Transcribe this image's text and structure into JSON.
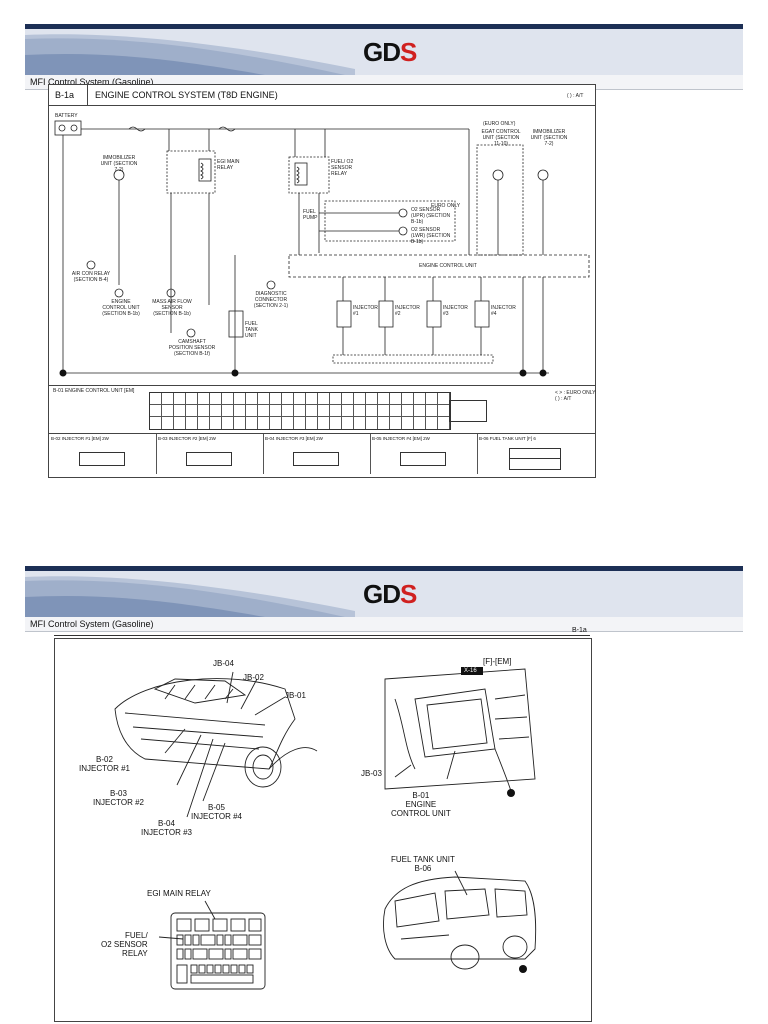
{
  "brand": {
    "logo_left": "GD",
    "logo_right": "S"
  },
  "section_title": "MFI Control System (Gasoline)",
  "page1": {
    "code": "B-1a",
    "title": "ENGINE CONTROL SYSTEM (T8D ENGINE)",
    "legend_top": "( ) : A/T",
    "labels": {
      "battery": "BATTERY",
      "egi_main_relay": "EGI MAIN RELAY",
      "fuel_o2_relay": "FUEL/ O2 SENSOR RELAY",
      "immobilizer_left": "IMMOBILIZER UNIT (SECTION 7-2)",
      "immobilizer_right": "IMMOBILIZER UNIT (SECTION 7-2)",
      "egat": "EGAT CONTROL UNIT (SECTION 11-10)",
      "euro_only_1": "EURO ONLY",
      "euro_only_2": "(EURO ONLY)",
      "o2_upr": "O2 SENSOR (UPR) (SECTION B-1b)",
      "o2_lwr": "O2 SENSOR (LWR) (SECTION B-1b)",
      "fuel_pump": "FUEL PUMP",
      "ecu": "ENGINE CONTROL UNIT",
      "air_con_relay": "AIR CON RELAY (SECTION B-4)",
      "engine_ctrl_unit": "ENGINE CONTROL UNIT (SECTION B-1b)",
      "maf": "MASS AIR FLOW SENSOR (SECTION B-1b)",
      "camshaft": "CAMSHAFT POSITION SENSOR (SECTION B-1f)",
      "diag_conn": "DIAGNOSTIC CONNECTOR (SECTION 2-1)",
      "fuel_tank_unit": "FUEL TANK UNIT",
      "injector_1": "INJECTOR #1",
      "injector_2": "INJECTOR #2",
      "injector_3": "INJECTOR #3",
      "injector_4": "INJECTOR #4",
      "legend_bottom_1": "< > : EURO ONLY",
      "legend_bottom_2": "( ) : A/T"
    },
    "ecu_connector_title": "B-01 ENGINE CONTROL UNIT [EM]",
    "connectors": [
      "B-02 INJECTOR #1 [EM] 2W",
      "B-03 INJECTOR #2 [EM] 2W",
      "B-04 INJECTOR #3 [EM] 2W",
      "B-05 INJECTOR #4 [EM] 2W",
      "B-06 FUEL TANK UNIT [F] 6"
    ]
  },
  "page2": {
    "code": "B-1a",
    "callouts": {
      "jb04": "JB-04",
      "jb02": "JB-02",
      "jb01": "JB-01",
      "b02": "B-02\nINJECTOR #1",
      "b03": "B-03\nINJECTOR #2",
      "b04": "B-04\nINJECTOR #3",
      "b05": "B-05\nINJECTOR #4",
      "f_em": "[F]-[EM]",
      "x16": "X-16",
      "jb03": "JB-03",
      "b01": "B-01\nENGINE\nCONTROL UNIT",
      "egi": "EGI MAIN RELAY",
      "fuel_o2": "FUEL/\nO2 SENSOR\nRELAY",
      "fuel_tank": "FUEL TANK UNIT\nB-06"
    }
  }
}
